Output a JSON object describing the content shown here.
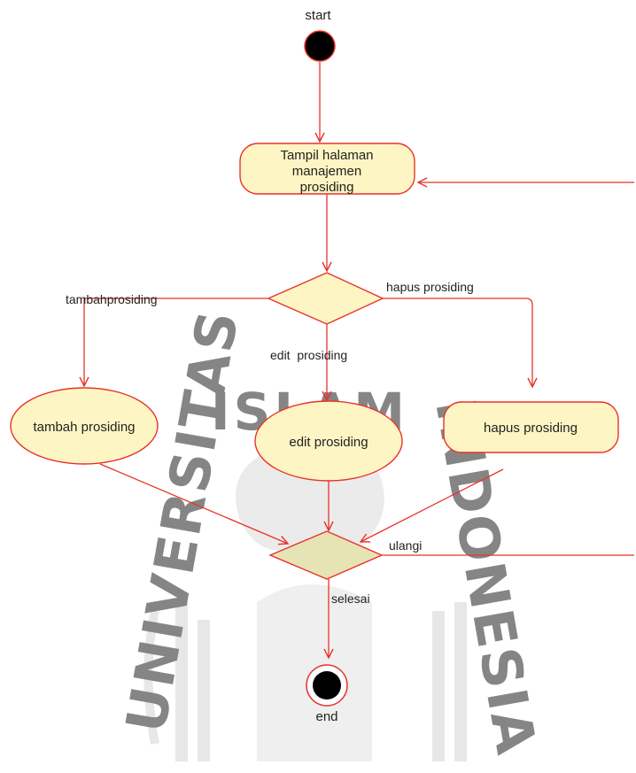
{
  "colors": {
    "line": "#e8332b",
    "node_fill": "#fdf5c3",
    "decision_fill": "#fdf5c3",
    "end_decision_fill": "#e6e3b4",
    "initial_fill": "#000000",
    "watermark": "#cfcfcf"
  },
  "nodes": {
    "start_label": "start",
    "end_label": "end",
    "tampil_halaman": [
      "Tampil halaman",
      "manajemen",
      "prosiding"
    ],
    "tambah_prosiding": "tambah prosiding",
    "edit_prosiding": "edit prosiding",
    "hapus_prosiding": "hapus prosiding"
  },
  "edges": {
    "tambah_label": "tambahprosiding",
    "edit_label": "edit  prosiding",
    "hapus_label": "hapus prosiding",
    "ulangi_label": "ulangi",
    "selesai_label": "selesai"
  },
  "watermark": {
    "left_text": "UNIVERSITAS",
    "top_text": "ISLAM",
    "right_text": "INDONESIA"
  }
}
